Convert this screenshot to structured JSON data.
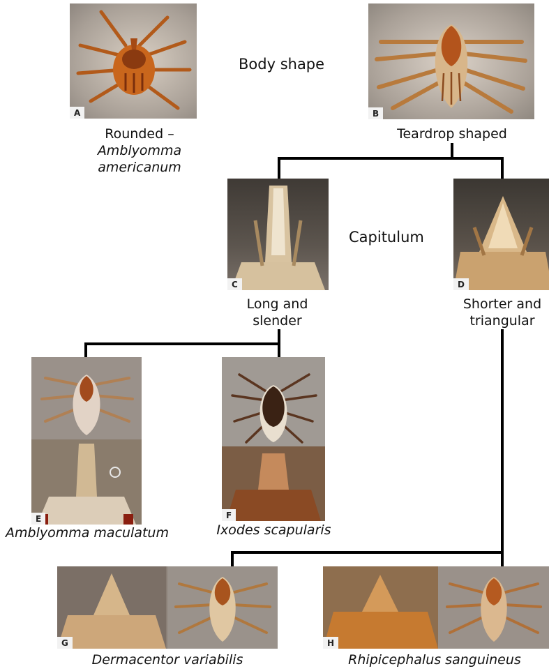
{
  "headings": {
    "body_shape": "Body shape",
    "capitulum": "Capitulum"
  },
  "panels": {
    "A": {
      "letter": "A",
      "line1": "Rounded –",
      "line2": "Amblyomma",
      "line3": "americanum"
    },
    "B": {
      "letter": "B",
      "label": "Teardrop shaped"
    },
    "C": {
      "letter": "C",
      "line1": "Long and",
      "line2": "slender"
    },
    "D": {
      "letter": "D",
      "line1": "Shorter and",
      "line2": "triangular"
    },
    "E": {
      "letter": "E",
      "species": "Amblyomma maculatum"
    },
    "F": {
      "letter": "F",
      "species": "Ixodes scapularis"
    },
    "G": {
      "letter": "G",
      "species": "Dermacentor variabilis"
    },
    "H": {
      "letter": "H",
      "species": "Rhipicephalus sanguineus"
    }
  },
  "colors": {
    "line": "#000000",
    "tick_body": "#c86a1e",
    "tick_dark": "#3a2a1c",
    "background_photo": "#b0a49a"
  }
}
